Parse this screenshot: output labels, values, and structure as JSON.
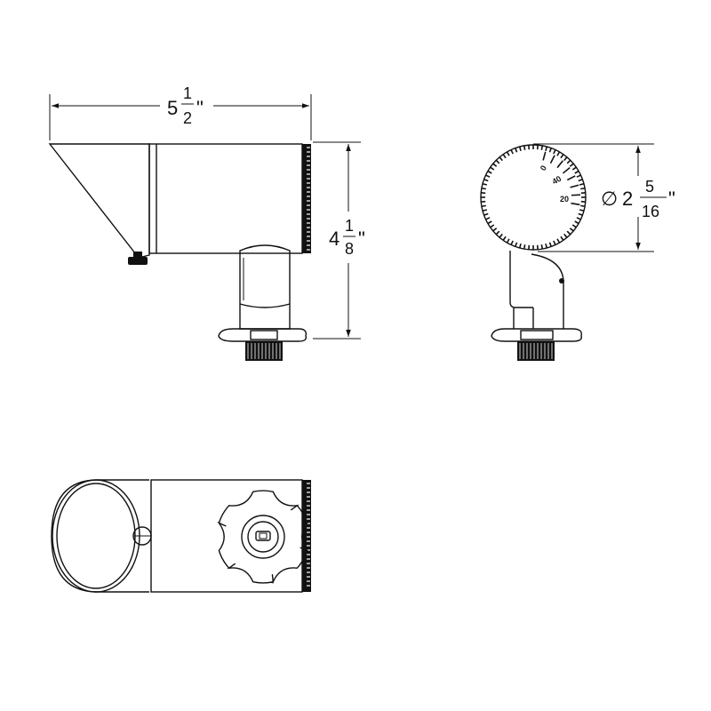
{
  "dimensions": {
    "width": {
      "whole": "5",
      "num": "1",
      "den": "2",
      "unit": "\""
    },
    "height": {
      "whole": "4",
      "num": "1",
      "den": "8",
      "unit": "\""
    },
    "diameter": {
      "symbol": "∅",
      "whole": "2",
      "num": "5",
      "den": "16",
      "unit": "\""
    }
  },
  "dial_labels": [
    "0",
    "40",
    "20"
  ]
}
